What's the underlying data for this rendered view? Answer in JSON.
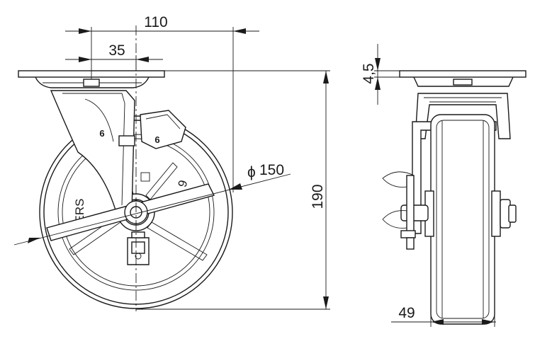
{
  "dimensions": {
    "width_total": "110",
    "width_offset": "35",
    "height": "190",
    "plate_thickness": "4,5",
    "wheel_diameter_symbol": "ϕ",
    "wheel_diameter": "150",
    "wheel_width": "49"
  },
  "markings": {
    "fork_number_left": "6",
    "fork_number_right": "6",
    "wheel_number": "6",
    "brand_partial": "ERS"
  }
}
